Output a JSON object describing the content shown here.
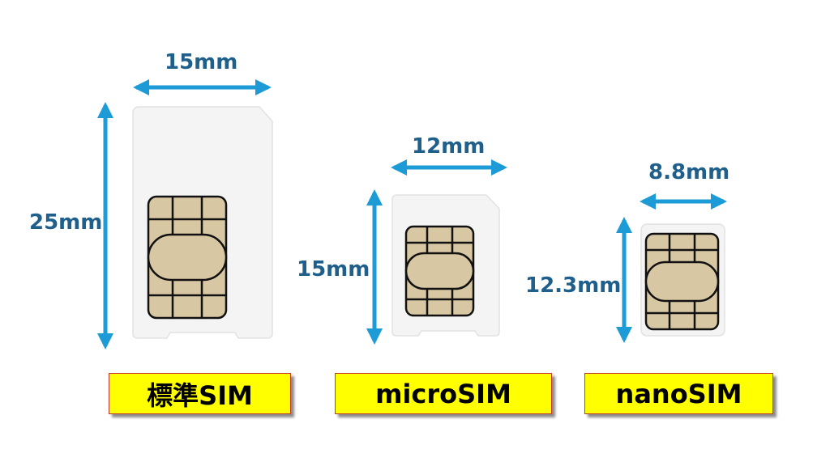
{
  "colors": {
    "arrow": "#1d9bd6",
    "dimension_text": "#1f5f8b",
    "card_fill": "#f4f4f4",
    "chip_fill": "#d8c7a3",
    "chip_line": "#111111",
    "label_fill": "#ffff00",
    "label_border": "#c0392b"
  },
  "cards": [
    {
      "name": "標準SIM",
      "width_label": "15mm",
      "height_label": "25mm",
      "width_mm": 15,
      "height_mm": 25
    },
    {
      "name": "microSIM",
      "width_label": "12mm",
      "height_label": "15mm",
      "width_mm": 12,
      "height_mm": 15
    },
    {
      "name": "nanoSIM",
      "width_label": "8.8mm",
      "height_label": "12.3mm",
      "width_mm": 8.8,
      "height_mm": 12.3
    }
  ]
}
